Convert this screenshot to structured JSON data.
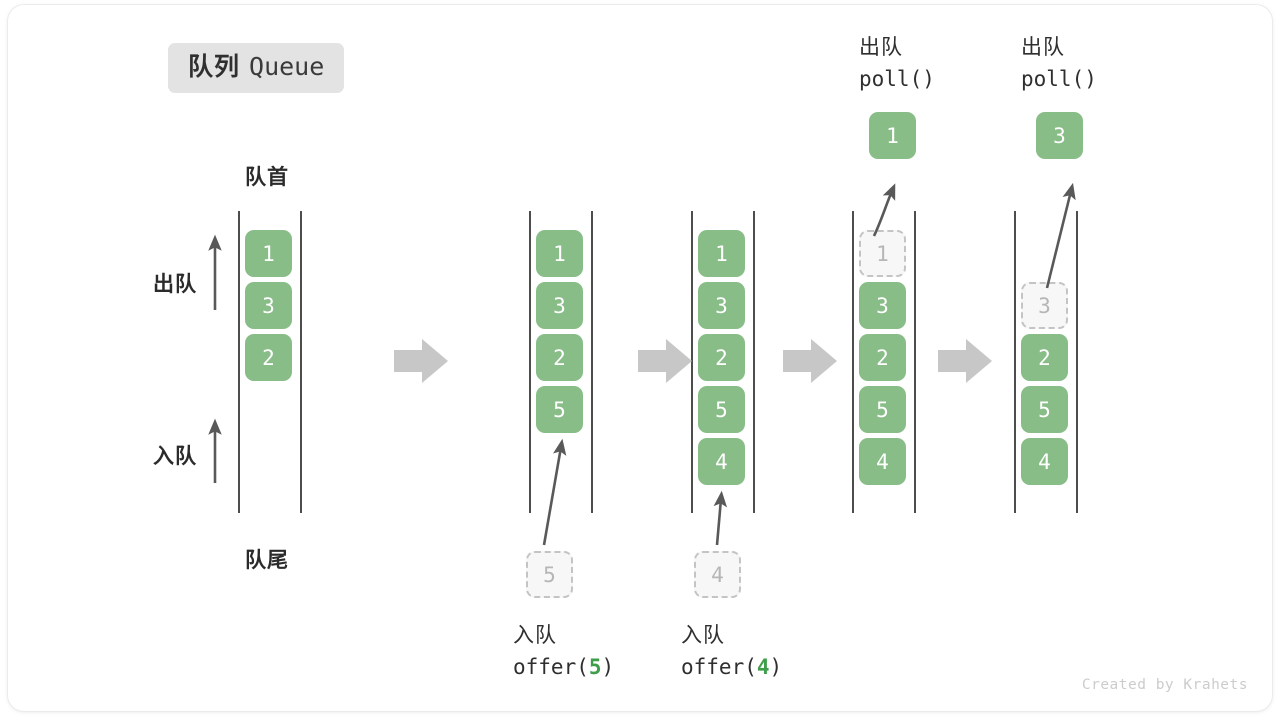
{
  "title": {
    "cn": "队列",
    "en": "Queue"
  },
  "labels": {
    "head": "队首",
    "tail": "队尾",
    "dequeue": "出队",
    "enqueue": "入队"
  },
  "credit": "Created by Krahets",
  "colors": {
    "cell_fill": "#88bd88",
    "cell_text": "#ffffff",
    "ghost_fill": "#f7f7f7",
    "ghost_border": "#c4c4c4",
    "ghost_text": "#b6b6b6",
    "rail": "#4d4d4d",
    "arrow_gray": "#c7c7c7",
    "thin_arrow": "#595959",
    "badge_bg": "#e3e3e3",
    "accent_green": "#3f9e49",
    "credit_text": "#cccccc"
  },
  "steps": [
    {
      "id": "initial",
      "op_cn": "",
      "op_code": "",
      "op_arg": "",
      "cells": [
        "1",
        "3",
        "2"
      ],
      "ghost_index": -1,
      "input_box": "",
      "output_box": "",
      "header_cn": "",
      "header_code": ""
    },
    {
      "id": "offer-5",
      "op_cn": "入队",
      "op_code_pre": "offer(",
      "op_arg": "5",
      "op_code_post": ")",
      "cells": [
        "1",
        "3",
        "2",
        "5"
      ],
      "ghost_index": -1,
      "input_box": "5",
      "output_box": "",
      "header_cn": "",
      "header_code": ""
    },
    {
      "id": "offer-4",
      "op_cn": "入队",
      "op_code_pre": "offer(",
      "op_arg": "4",
      "op_code_post": ")",
      "cells": [
        "1",
        "3",
        "2",
        "5",
        "4"
      ],
      "ghost_index": -1,
      "input_box": "4",
      "output_box": "",
      "header_cn": "",
      "header_code": ""
    },
    {
      "id": "poll-1",
      "op_cn": "",
      "op_code_pre": "",
      "op_arg": "",
      "op_code_post": "",
      "cells": [
        "1",
        "3",
        "2",
        "5",
        "4"
      ],
      "ghost_index": 0,
      "input_box": "",
      "output_box": "1",
      "header_cn": "出队",
      "header_code": "poll()"
    },
    {
      "id": "poll-3",
      "op_cn": "",
      "op_code_pre": "",
      "op_arg": "",
      "op_code_post": "",
      "cells": [
        "3",
        "2",
        "5",
        "4"
      ],
      "ghost_index": 0,
      "input_box": "",
      "output_box": "3",
      "header_cn": "出队",
      "header_code": "poll()"
    }
  ],
  "flow_arrows": 4
}
